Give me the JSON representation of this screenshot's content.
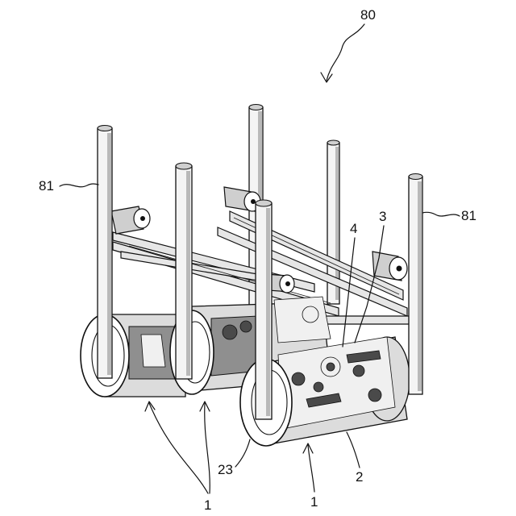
{
  "figure": {
    "labels": {
      "assembly": "80",
      "post_left": "81",
      "post_right": "81",
      "part_3": "3",
      "part_4": "4",
      "wheel_23": "23",
      "unit_1_left": "1",
      "unit_1_right": "1",
      "drum_2": "2"
    }
  }
}
